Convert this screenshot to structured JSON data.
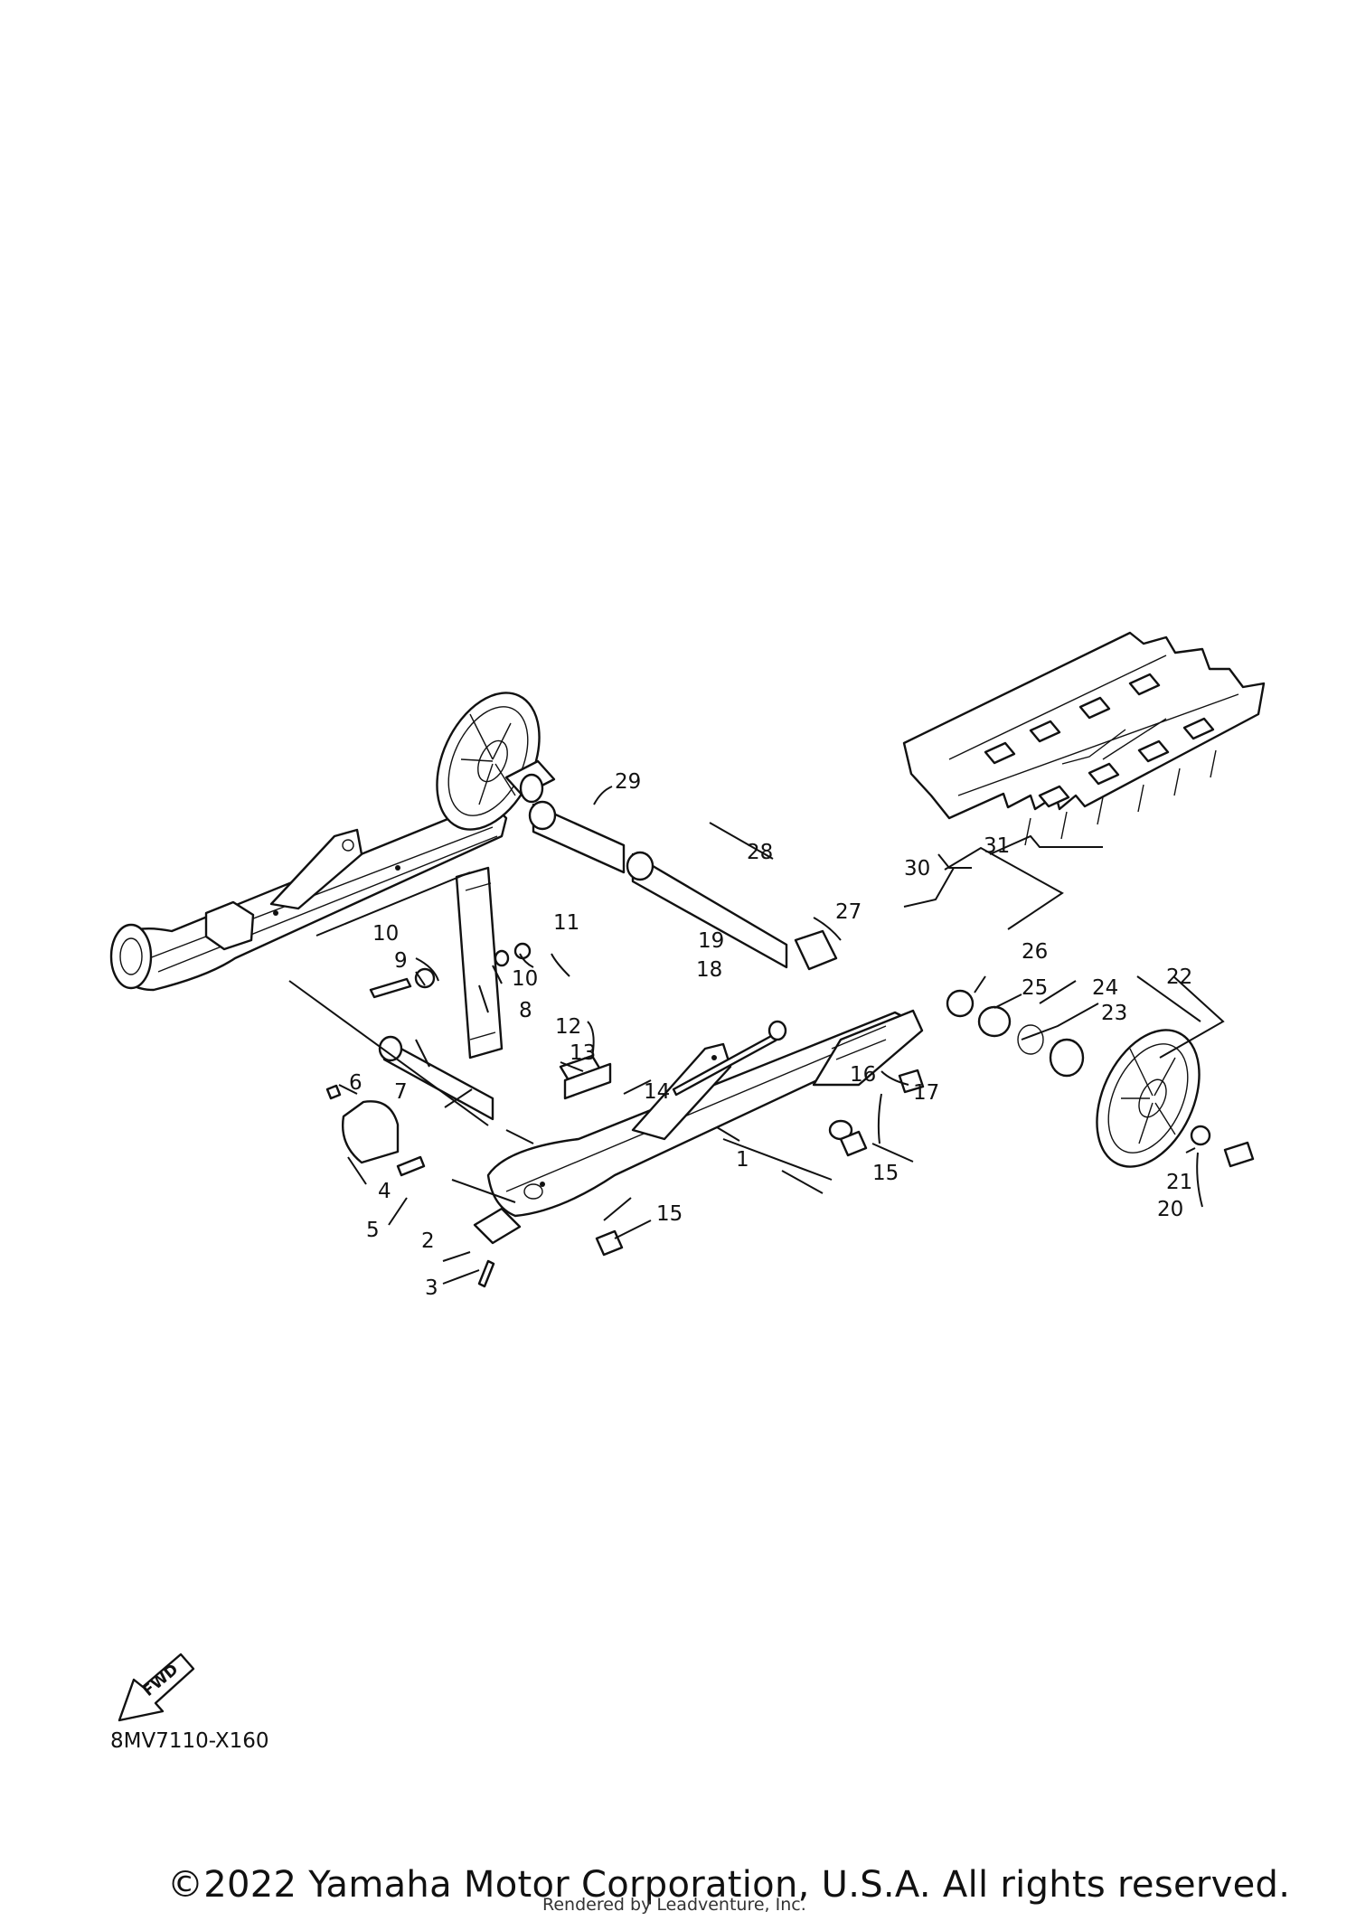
{
  "diagram": {
    "callouts": [
      "1",
      "2",
      "3",
      "4",
      "5",
      "6",
      "7",
      "8",
      "9",
      "10",
      "10",
      "11",
      "12",
      "13",
      "14",
      "15",
      "15",
      "16",
      "17",
      "18",
      "19",
      "20",
      "21",
      "22",
      "23",
      "24",
      "25",
      "26",
      "27",
      "28",
      "29",
      "30",
      "31"
    ],
    "fwd_label": "FWD",
    "diagram_code": "8MV7110-X160"
  },
  "footer": {
    "copyright": "©2022 Yamaha Motor Corporation, U.S.A. All rights reserved.",
    "rendered_by": "Rendered by Leadventure, Inc."
  }
}
